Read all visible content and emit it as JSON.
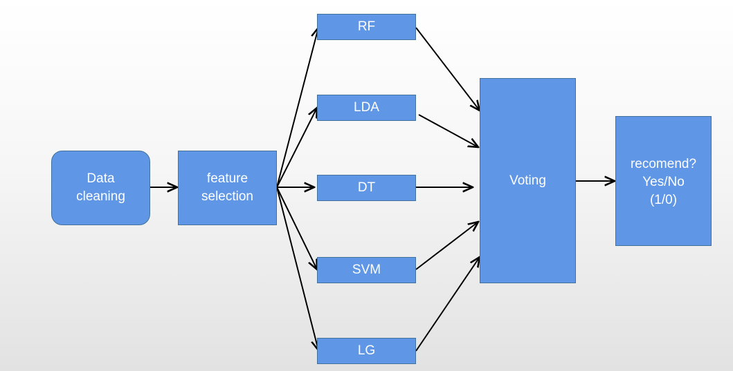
{
  "nodes": {
    "data_cleaning": "Data\ncleaning",
    "feature_selection": "feature\nselection",
    "rf": "RF",
    "lda": "LDA",
    "dt": "DT",
    "svm": "SVM",
    "lg": "LG",
    "voting": "Voting",
    "recommend": "recomend?\nYes/No\n(1/0)"
  },
  "colors": {
    "box_fill": "#5f96e6",
    "box_border": "#41719c",
    "arrow": "#000000"
  }
}
